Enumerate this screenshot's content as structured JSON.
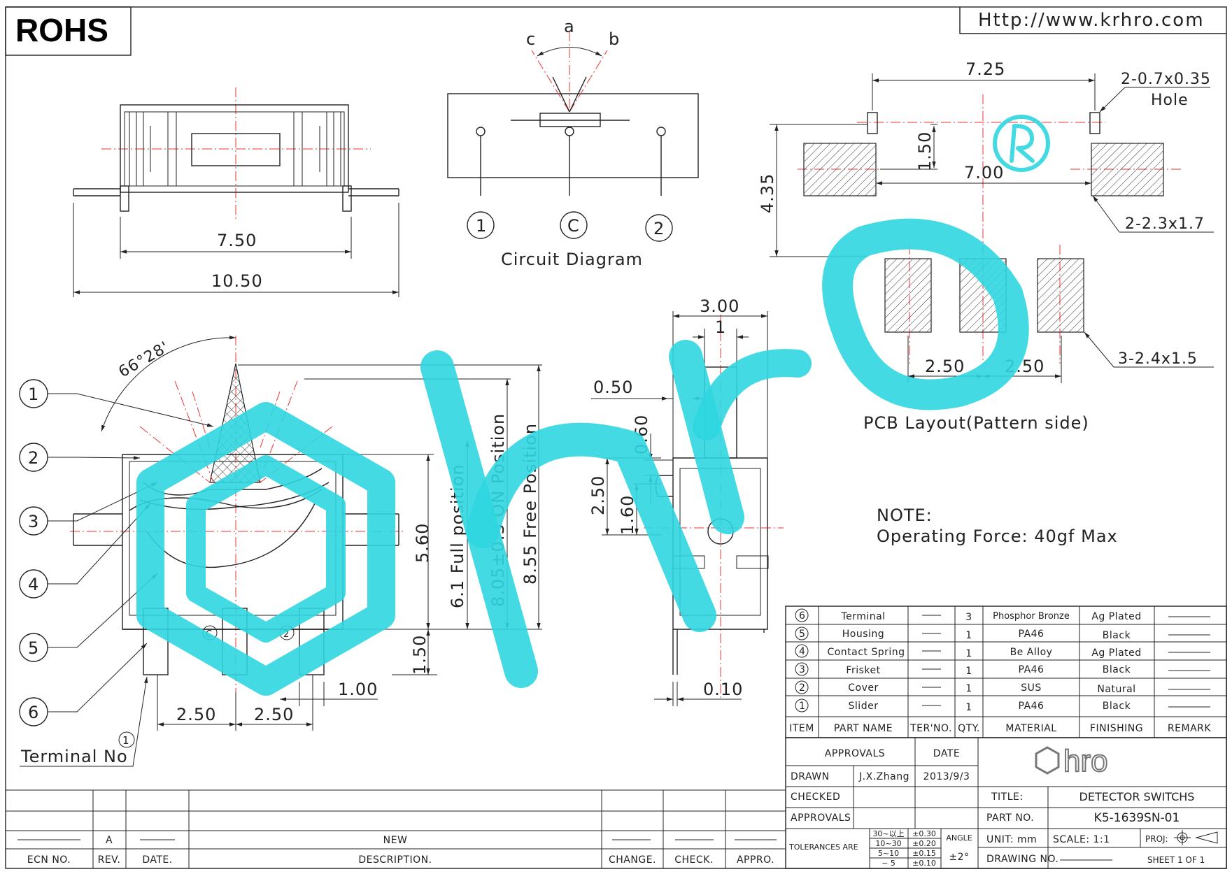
{
  "header": {
    "rohs_label": "ROHS",
    "website": "Http://www.krhro.com"
  },
  "circuit": {
    "angle_labels": [
      "c",
      "a",
      "b"
    ],
    "terminals": [
      "1",
      "C",
      "2"
    ],
    "caption": "Circuit Diagram"
  },
  "top_view": {
    "dim_inner": "7.50",
    "dim_outer": "10.50"
  },
  "pcb": {
    "dim_top": "7.25",
    "hole_callout": "2-0.7x0.35",
    "hole_word": "Hole",
    "dim_150": "1.50",
    "dim_700": "7.00",
    "dim_435": "4.35",
    "pad_big_callout": "2-2.3x1.7",
    "pad_small_callout": "3-2.4x1.5",
    "pitch_left": "2.50",
    "pitch_right": "2.50",
    "caption": "PCB Layout(Pattern side)"
  },
  "front_view": {
    "angle": "66°28'",
    "callouts": [
      "1",
      "2",
      "3",
      "4",
      "5",
      "6"
    ],
    "dim_560": "5.60",
    "dim_full": "6.1  Full position",
    "dim_on": "8.05±0.3 ON Position",
    "dim_free": "8.55 Free Position",
    "dim_150": "1.50",
    "dim_100": "1.00",
    "pitch_left": "2.50",
    "pitch_right": "2.50",
    "terminal_mark_c": "C",
    "terminal_mark_2": "2",
    "terminal_no_label": "Terminal No",
    "terminal_no_num": "1"
  },
  "side_view": {
    "dim_300": "3.00",
    "dim_1": "1",
    "dim_050": "0.50",
    "dim_060": "0.60",
    "dim_250": "2.50",
    "dim_160": "1.60",
    "dim_010": "0.10"
  },
  "note": {
    "title": "NOTE:",
    "text": "Operating Force: 40gf Max"
  },
  "bom": {
    "headers": [
      "ITEM",
      "PART NAME",
      "TER'NO.",
      "QTY.",
      "MATERIAL",
      "FINISHING",
      "REMARK"
    ],
    "rows": [
      {
        "item": "6",
        "name": "Terminal",
        "ter": "",
        "qty": "3",
        "material": "Phosphor Bronze",
        "finish": "Ag Plated",
        "remark": ""
      },
      {
        "item": "5",
        "name": "Housing",
        "ter": "",
        "qty": "1",
        "material": "PA46",
        "finish": "Black",
        "remark": ""
      },
      {
        "item": "4",
        "name": "Contact Spring",
        "ter": "",
        "qty": "1",
        "material": "Be Alloy",
        "finish": "Ag Plated",
        "remark": ""
      },
      {
        "item": "3",
        "name": "Frisket",
        "ter": "",
        "qty": "1",
        "material": "PA46",
        "finish": "Black",
        "remark": ""
      },
      {
        "item": "2",
        "name": "Cover",
        "ter": "",
        "qty": "1",
        "material": "SUS",
        "finish": "Natural",
        "remark": ""
      },
      {
        "item": "1",
        "name": "Slider",
        "ter": "",
        "qty": "1",
        "material": "PA46",
        "finish": "Black",
        "remark": ""
      }
    ]
  },
  "title_block": {
    "approvals_header": "APPROVALS",
    "date_header": "DATE",
    "drawn_label": "DRAWN",
    "drawn_by": "J.X.Zhang",
    "drawn_date": "2013/9/3",
    "checked_label": "CHECKED",
    "approvals_label": "APPROVALS",
    "logo_text": "hro",
    "title_label": "TITLE:",
    "title_value": "DETECTOR SWITCHS",
    "part_label": "PART NO.",
    "part_value": "K5-1639SN-01",
    "tolerances_label": "TOLERANCES ARE",
    "tol_ranges": [
      "30~以上",
      "10~30",
      "5~10",
      "~ 5"
    ],
    "tol_values": [
      "±0.30",
      "±0.20",
      "±0.15",
      "±0.10"
    ],
    "angle_label": "ANGLE",
    "angle_value": "±2°",
    "unit": "UNIT: mm",
    "scale": "SCALE:  1:1",
    "proj": "PROJ:",
    "drawing_no_label": "DRAWING NO.",
    "sheet": "SHEET  1 OF 1"
  },
  "revision_block": {
    "rev_value": "A",
    "description_value": "NEW",
    "labels": [
      "ECN NO.",
      "REV.",
      "DATE.",
      "DESCRIPTION.",
      "CHANGE.",
      "CHECK.",
      "APPRO."
    ]
  },
  "colors": {
    "watermark": "#2fd6e0",
    "centerline": "#ee3333",
    "ink": "#222222"
  }
}
